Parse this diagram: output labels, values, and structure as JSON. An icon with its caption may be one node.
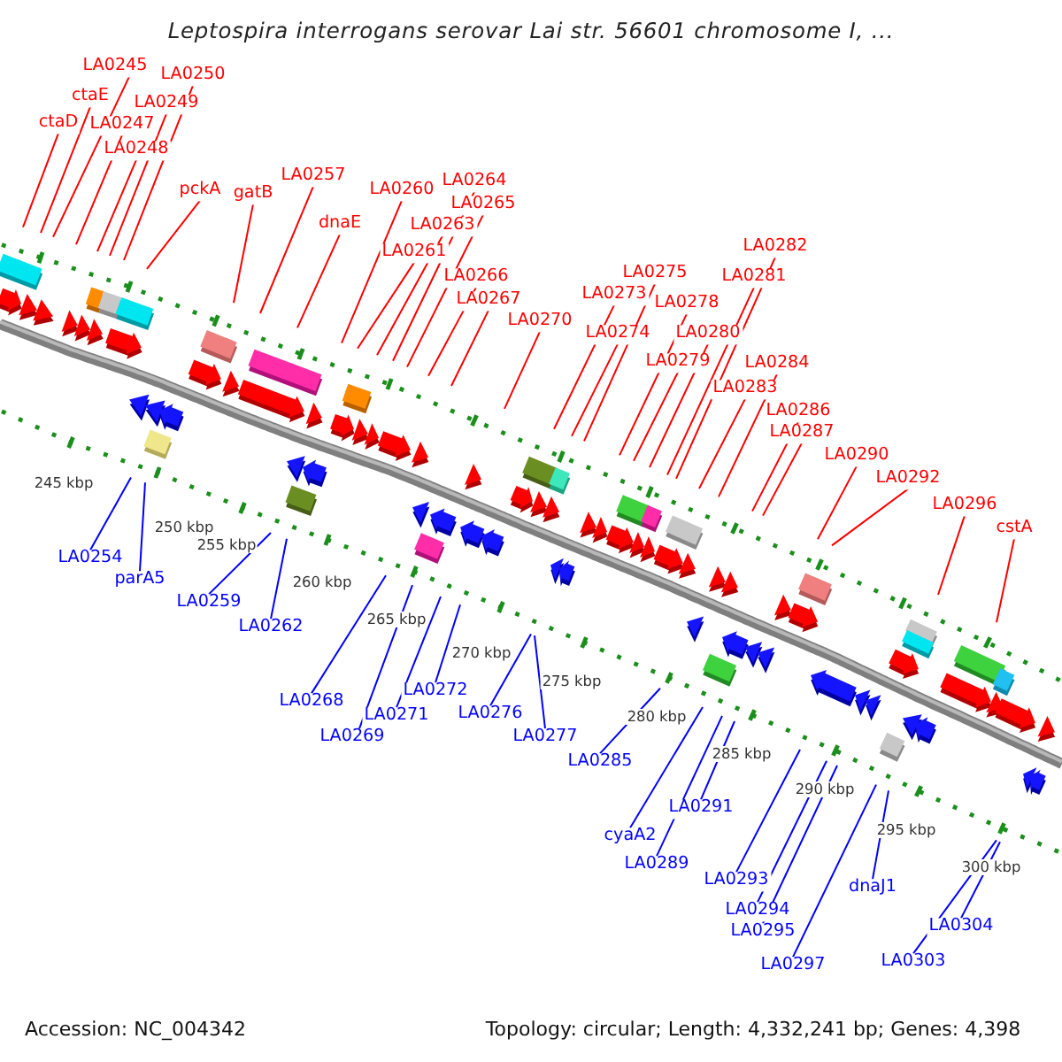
{
  "diagram": {
    "title": "Leptospira interrogans serovar Lai str. 56601 chromosome I, ...",
    "nodes": [
      {
        "text": [
          "ctaD"
        ]
      },
      {
        "text": [
          "ctaE"
        ]
      },
      {
        "text": [
          "LA0245"
        ]
      },
      {
        "text": [
          "LA0247"
        ]
      },
      {
        "text": [
          "LA0248"
        ]
      },
      {
        "text": [
          "LA0249"
        ]
      },
      {
        "text": [
          "LA0250"
        ]
      },
      {
        "text": [
          "pckA"
        ]
      },
      {
        "text": [
          "gatB"
        ]
      },
      {
        "text": [
          "LA0257"
        ]
      },
      {
        "text": [
          "dnaE"
        ]
      },
      {
        "text": [
          "LA0260"
        ]
      },
      {
        "text": [
          "LA0261"
        ]
      },
      {
        "text": [
          "LA0263"
        ]
      },
      {
        "text": [
          "LA0264"
        ]
      },
      {
        "text": [
          "LA0265"
        ]
      },
      {
        "text": [
          "LA0266"
        ]
      },
      {
        "text": [
          "LA0267"
        ]
      },
      {
        "text": [
          "LA0270"
        ]
      },
      {
        "text": [
          "LA0273"
        ]
      },
      {
        "text": [
          "LA0274"
        ]
      },
      {
        "text": [
          "LA0275"
        ]
      },
      {
        "text": [
          "LA0278"
        ]
      },
      {
        "text": [
          "LA0279"
        ]
      },
      {
        "text": [
          "LA0280"
        ]
      },
      {
        "text": [
          "LA0281"
        ]
      },
      {
        "text": [
          "LA0282"
        ]
      },
      {
        "text": [
          "LA0283"
        ]
      },
      {
        "text": [
          "LA0284"
        ]
      },
      {
        "text": [
          "LA0286"
        ]
      },
      {
        "text": [
          "LA0287"
        ]
      },
      {
        "text": [
          "LA0290"
        ]
      },
      {
        "text": [
          "LA0292"
        ]
      },
      {
        "text": [
          "LA0296"
        ]
      },
      {
        "text": [
          "cstA"
        ]
      },
      {
        "text": [
          "LA0254"
        ]
      },
      {
        "text": [
          "parA5"
        ]
      },
      {
        "text": [
          "LA0259"
        ]
      },
      {
        "text": [
          "LA0262"
        ]
      },
      {
        "text": [
          "LA0268"
        ]
      },
      {
        "text": [
          "LA0269"
        ]
      },
      {
        "text": [
          "LA0271"
        ]
      },
      {
        "text": [
          "LA0272"
        ]
      },
      {
        "text": [
          "LA0276"
        ]
      },
      {
        "text": [
          "LA0277"
        ]
      },
      {
        "text": [
          "LA0285"
        ]
      },
      {
        "text": [
          "cyaA2"
        ]
      },
      {
        "text": [
          "LA0289"
        ]
      },
      {
        "text": [
          "LA0291"
        ]
      },
      {
        "text": [
          "LA0293"
        ]
      },
      {
        "text": [
          "LA0294"
        ]
      },
      {
        "text": [
          "LA0295"
        ]
      },
      {
        "text": [
          "LA0297"
        ]
      },
      {
        "text": [
          "dnaJ1"
        ]
      },
      {
        "text": [
          "LA0303"
        ]
      },
      {
        "text": [
          "LA0304"
        ]
      }
    ],
    "edges": [
      {
        "from": 0,
        "to": null,
        "arrow": "none"
      },
      {
        "from": 1,
        "to": null,
        "arrow": "none"
      },
      {
        "from": 2,
        "to": null,
        "arrow": "none"
      },
      {
        "from": 3,
        "to": null,
        "arrow": "none"
      },
      {
        "from": 4,
        "to": null,
        "arrow": "none"
      },
      {
        "from": 5,
        "to": null,
        "arrow": "none"
      },
      {
        "from": 6,
        "to": null,
        "arrow": "none"
      },
      {
        "from": 7,
        "to": null,
        "arrow": "none"
      },
      {
        "from": 8,
        "to": null,
        "arrow": "none"
      },
      {
        "from": 9,
        "to": null,
        "arrow": "none"
      },
      {
        "from": 10,
        "to": null,
        "arrow": "none"
      },
      {
        "from": 11,
        "to": null,
        "arrow": "none"
      },
      {
        "from": 12,
        "to": null,
        "arrow": "none"
      },
      {
        "from": 13,
        "to": null,
        "arrow": "none"
      },
      {
        "from": 14,
        "to": null,
        "arrow": "none"
      },
      {
        "from": 15,
        "to": null,
        "arrow": "none"
      },
      {
        "from": 16,
        "to": null,
        "arrow": "none"
      },
      {
        "from": 17,
        "to": null,
        "arrow": "none"
      },
      {
        "from": 18,
        "to": null,
        "arrow": "none"
      },
      {
        "from": 19,
        "to": null,
        "arrow": "none"
      },
      {
        "from": 20,
        "to": null,
        "arrow": "none"
      },
      {
        "from": 21,
        "to": null,
        "arrow": "none"
      },
      {
        "from": 22,
        "to": null,
        "arrow": "none"
      },
      {
        "from": 23,
        "to": null,
        "arrow": "none"
      },
      {
        "from": 24,
        "to": null,
        "arrow": "none"
      },
      {
        "from": 25,
        "to": null,
        "arrow": "none"
      },
      {
        "from": 26,
        "to": null,
        "arrow": "none"
      },
      {
        "from": 27,
        "to": null,
        "arrow": "none"
      },
      {
        "from": 28,
        "to": null,
        "arrow": "none"
      },
      {
        "from": 29,
        "to": null,
        "arrow": "none"
      },
      {
        "from": 30,
        "to": null,
        "arrow": "none"
      },
      {
        "from": 31,
        "to": null,
        "arrow": "none"
      },
      {
        "from": 32,
        "to": null,
        "arrow": "none"
      },
      {
        "from": 33,
        "to": null,
        "arrow": "none"
      },
      {
        "from": 34,
        "to": null,
        "arrow": "none"
      },
      {
        "from": 35,
        "to": null,
        "arrow": "none",
        "color": "#0000ff"
      },
      {
        "from": 36,
        "to": null,
        "arrow": "none",
        "color": "#0000ff"
      },
      {
        "from": 37,
        "to": null,
        "arrow": "none",
        "color": "#0000ff"
      },
      {
        "from": 38,
        "to": null,
        "arrow": "none",
        "color": "#0000ff"
      },
      {
        "from": 39,
        "to": null,
        "arrow": "none",
        "color": "#0000ff"
      },
      {
        "from": 40,
        "to": null,
        "arrow": "none",
        "color": "#0000ff"
      },
      {
        "from": 41,
        "to": null,
        "arrow": "none",
        "color": "#0000ff"
      },
      {
        "from": 42,
        "to": null,
        "arrow": "none",
        "color": "#0000ff"
      },
      {
        "from": 43,
        "to": null,
        "arrow": "none",
        "color": "#0000ff"
      },
      {
        "from": 44,
        "to": null,
        "arrow": "none",
        "color": "#0000ff"
      },
      {
        "from": 45,
        "to": null,
        "arrow": "none",
        "color": "#0000ff"
      },
      {
        "from": 46,
        "to": null,
        "arrow": "none",
        "color": "#0000ff"
      },
      {
        "from": 47,
        "to": null,
        "arrow": "none",
        "color": "#0000ff"
      },
      {
        "from": 48,
        "to": null,
        "arrow": "none",
        "color": "#0000ff"
      },
      {
        "from": 49,
        "to": null,
        "arrow": "none",
        "color": "#0000ff"
      },
      {
        "from": 50,
        "to": null,
        "arrow": "none",
        "color": "#0000ff"
      },
      {
        "from": 51,
        "to": null,
        "arrow": "none",
        "color": "#0000ff"
      },
      {
        "from": 52,
        "to": null,
        "arrow": "none",
        "color": "#0000ff"
      },
      {
        "from": 53,
        "to": null,
        "arrow": "none",
        "color": "#0000ff"
      },
      {
        "from": 54,
        "to": null,
        "arrow": "none",
        "color": "#0000ff"
      },
      {
        "from": 55,
        "to": null,
        "arrow": "none",
        "color": "#0000ff"
      }
    ],
    "labels": [
      "245 kbp",
      "250 kbp",
      "255 kbp",
      "260 kbp",
      "265 kbp",
      "270 kbp",
      "275 kbp",
      "280 kbp",
      "285 kbp",
      "290 kbp",
      "295 kbp",
      "300 kbp",
      "Accession: NC_004342",
      "Topology: circular; Length: 4,332,241 bp; Genes: 4,398"
    ]
  }
}
